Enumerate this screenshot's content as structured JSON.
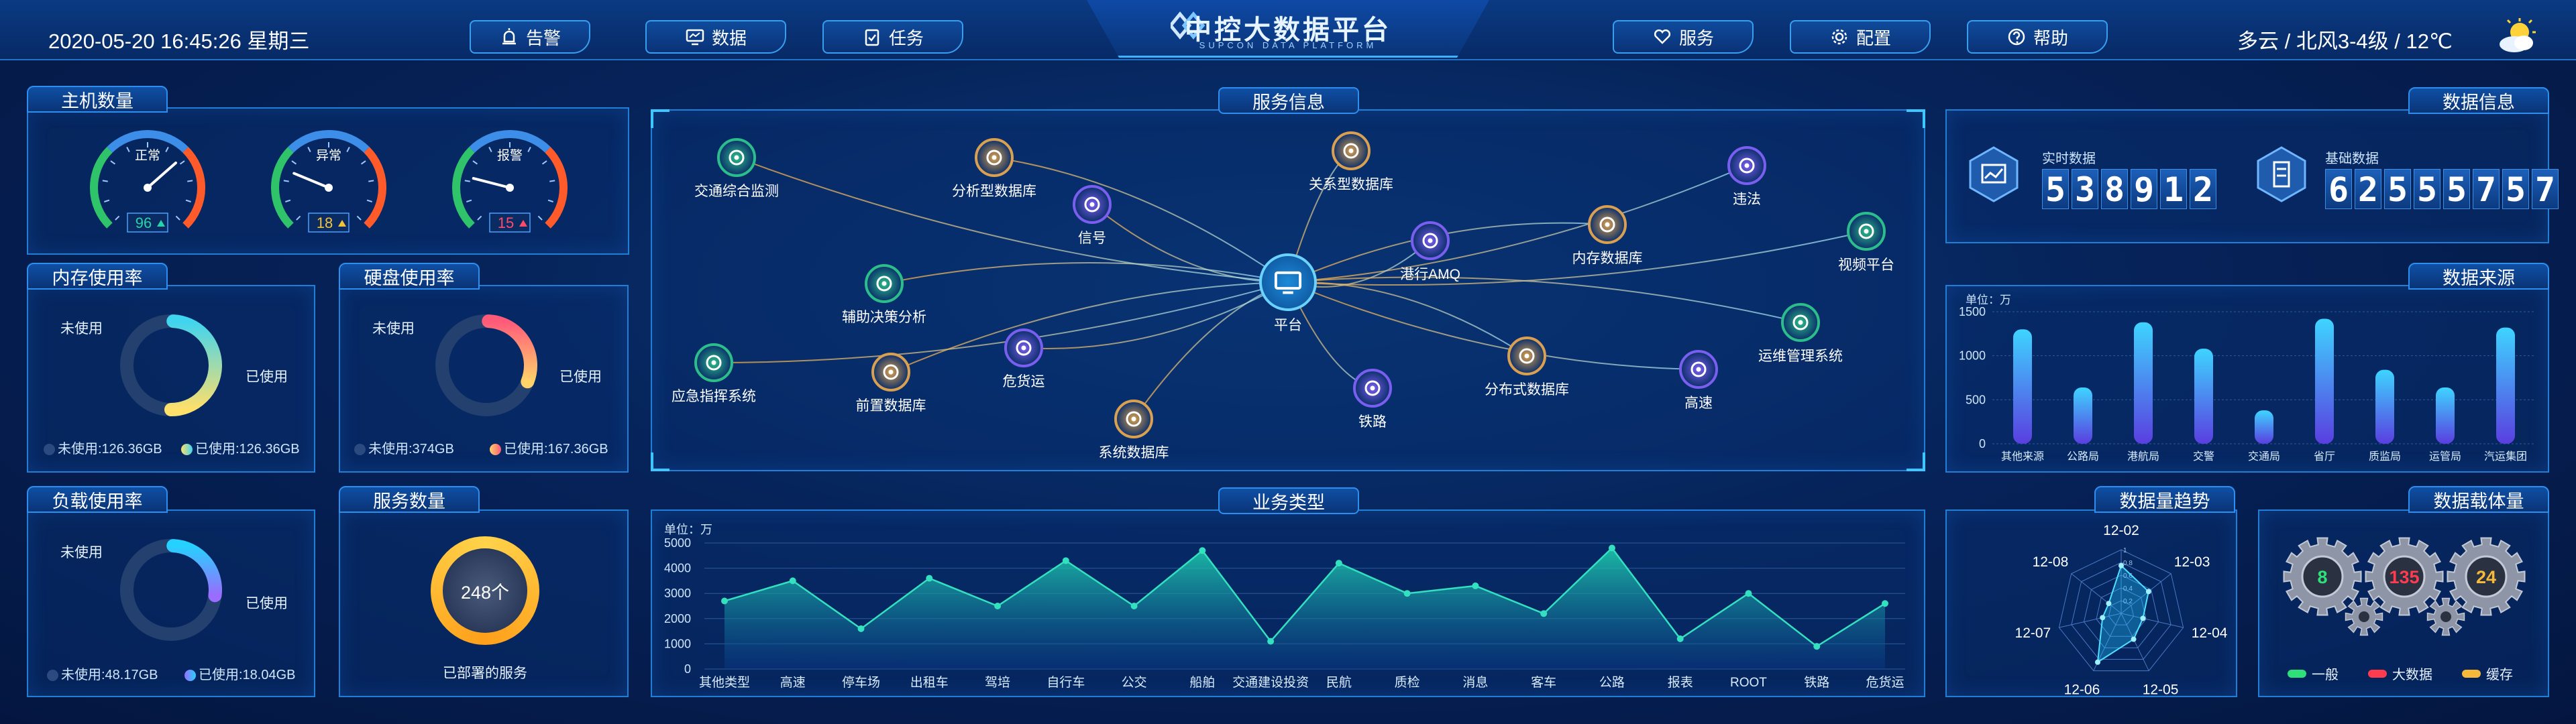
{
  "header": {
    "datetime": "2020-05-20  16:45:26  星期三",
    "title": "中控大数据平台",
    "subtitle": "SUPCON DATA PLATFORM",
    "weather": "多云 / 北风3-4级 / 12℃",
    "nav_left": [
      {
        "label": "告警",
        "icon": "alarm-icon"
      },
      {
        "label": "数据",
        "icon": "monitor-icon"
      },
      {
        "label": "任务",
        "icon": "clipboard-icon"
      }
    ],
    "nav_right": [
      {
        "label": "服务",
        "icon": "heart-hand-icon"
      },
      {
        "label": "配置",
        "icon": "gear-icon"
      },
      {
        "label": "帮助",
        "icon": "help-icon"
      }
    ]
  },
  "host": {
    "title": "主机数量",
    "gauges": [
      {
        "label": "正常",
        "value": "96",
        "color": "#27d3a8",
        "level": 0.68
      },
      {
        "label": "异常",
        "value": "18",
        "color": "#f3c238",
        "level": 0.25
      },
      {
        "label": "报警",
        "value": "15",
        "color": "#ff4a6a",
        "level": 0.22
      }
    ]
  },
  "memory": {
    "title": "内存使用率",
    "unused_label": "未使用",
    "used_label": "已使用",
    "legend_unused": "未使用:126.36GB",
    "legend_used": "已使用:126.36GB",
    "used_fraction": 0.5
  },
  "disk": {
    "title": "硬盘使用率",
    "unused_label": "未使用",
    "used_label": "已使用",
    "legend_unused": "未使用:374GB",
    "legend_used": "已使用:167.36GB",
    "used_fraction": 0.31
  },
  "load": {
    "title": "负载使用率",
    "unused_label": "未使用",
    "used_label": "已使用",
    "legend_unused": "未使用:48.17GB",
    "legend_used": "已使用:18.04GB",
    "used_fraction": 0.27
  },
  "services": {
    "title": "服务数量",
    "value": "248个",
    "caption": "已部署的服务"
  },
  "service_info": {
    "title": "服务信息",
    "center": "平台",
    "nodes": [
      {
        "label": "交通综合监测",
        "icon": "target-icon",
        "color": "#2bbd8a"
      },
      {
        "label": "分析型数据库",
        "icon": "diamond-icon",
        "color": "#d8a050"
      },
      {
        "label": "信号",
        "icon": "signal-icon",
        "color": "#7a5ef0"
      },
      {
        "label": "关系型数据库",
        "icon": "diamond-icon",
        "color": "#d8a050"
      },
      {
        "label": "违法",
        "icon": "car-search-icon",
        "color": "#7a5ef0"
      },
      {
        "label": "辅助决策分析",
        "icon": "chart-icon",
        "color": "#2bbd8a"
      },
      {
        "label": "港行AMQ",
        "icon": "id-card-icon",
        "color": "#7a5ef0"
      },
      {
        "label": "内存数据库",
        "icon": "server-icon",
        "color": "#d8a050"
      },
      {
        "label": "视频平台",
        "icon": "camera-icon",
        "color": "#2bbd8a"
      },
      {
        "label": "运维管理系统",
        "icon": "stack-icon",
        "color": "#2bbd8a"
      },
      {
        "label": "应急指挥系统",
        "icon": "list-icon",
        "color": "#2bbd8a"
      },
      {
        "label": "前置数据库",
        "icon": "cluster-icon",
        "color": "#d8a050"
      },
      {
        "label": "危货运",
        "icon": "truck-icon",
        "color": "#7a5ef0"
      },
      {
        "label": "系统数据库",
        "icon": "database-icon",
        "color": "#d8a050"
      },
      {
        "label": "铁路",
        "icon": "train-icon",
        "color": "#7a5ef0"
      },
      {
        "label": "分布式数据库",
        "icon": "cluster-icon",
        "color": "#d8a050"
      },
      {
        "label": "高速",
        "icon": "road-icon",
        "color": "#7a5ef0"
      }
    ]
  },
  "business": {
    "title": "业务类型"
  },
  "data_info": {
    "title": "数据信息",
    "realtime_label": "实时数据",
    "realtime_digits": [
      "5",
      "3",
      "8",
      "9",
      "1",
      "2"
    ],
    "base_label": "基础数据",
    "base_digits": [
      "6",
      "2",
      "5",
      "5",
      "5",
      "7",
      "5",
      "7"
    ]
  },
  "data_source": {
    "title": "数据来源"
  },
  "trend": {
    "title": "数据量趋势"
  },
  "load_data": {
    "title": "数据载体量",
    "gears": [
      {
        "value": "8",
        "color": "#2fe07a"
      },
      {
        "value": "135",
        "color": "#ff3b4f"
      },
      {
        "value": "24",
        "color": "#f6b93a"
      }
    ],
    "legend": [
      {
        "label": "一般",
        "color": "#2fe07a"
      },
      {
        "label": "大数据",
        "color": "#ff3b4f"
      },
      {
        "label": "缓存",
        "color": "#f6b93a"
      }
    ]
  },
  "chart_data": [
    {
      "type": "bar",
      "unit": "单位：万",
      "categories": [
        "其他来源",
        "公路局",
        "港航局",
        "交警",
        "交通局",
        "省厅",
        "质监局",
        "运管局",
        "汽运集团"
      ],
      "values": [
        1300,
        640,
        1380,
        1080,
        380,
        1420,
        840,
        640,
        1320
      ],
      "yticks": [
        0,
        500,
        1000,
        1500
      ],
      "ylim": [
        0,
        1500
      ],
      "grid": true
    },
    {
      "type": "area",
      "unit": "单位：万",
      "categories": [
        "其他类型",
        "高速",
        "停车场",
        "出租车",
        "驾培",
        "自行车",
        "公交",
        "船舶",
        "交通建设投资",
        "民航",
        "质检",
        "消息",
        "客车",
        "公路",
        "报表",
        "ROOT",
        "铁路",
        "危货运"
      ],
      "values": [
        2700,
        3500,
        1600,
        3600,
        2500,
        4300,
        2500,
        4700,
        1100,
        4200,
        3000,
        3300,
        2200,
        4800,
        1200,
        3000,
        900,
        2600
      ],
      "yticks": [
        0,
        1000,
        2000,
        3000,
        4000,
        5000
      ],
      "ylim": [
        0,
        5000
      ],
      "grid": true
    },
    {
      "type": "radar",
      "categories": [
        "12-02",
        "12-03",
        "12-04",
        "12-05",
        "12-06",
        "12-07",
        "12-08"
      ],
      "values": [
        0.75,
        0.55,
        0.35,
        0.45,
        0.85,
        0.3,
        0.25
      ],
      "ticks": [
        "0.2",
        "0.4",
        "0.6",
        "0.8",
        "1"
      ]
    }
  ]
}
